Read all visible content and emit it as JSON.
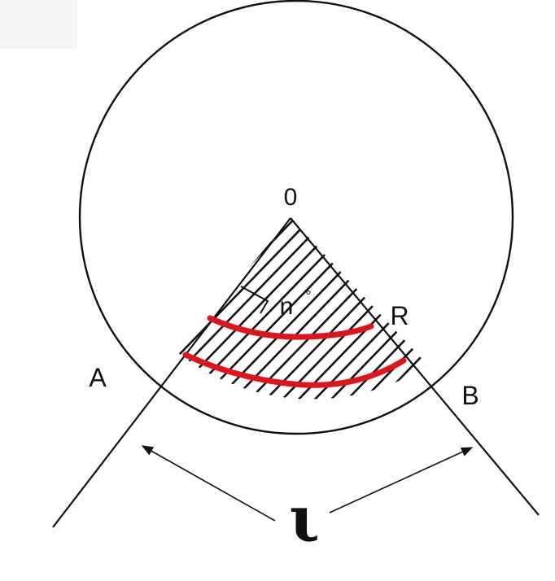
{
  "labels": {
    "center": "0",
    "angle": "n",
    "degree": "°",
    "radius": "R",
    "point_a": "A",
    "point_b": "B",
    "arc_length": "ι"
  },
  "colors": {
    "stroke": "#111111",
    "highlight": "#e0141b",
    "background": "#ffffff"
  }
}
